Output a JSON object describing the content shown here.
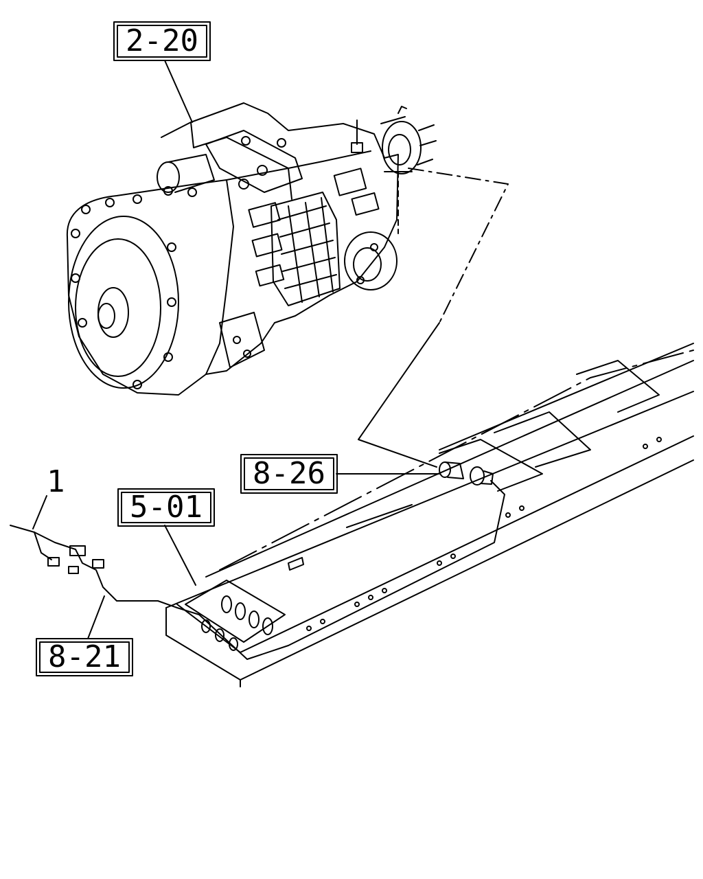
{
  "callouts": {
    "transmission_ref": "2-20",
    "rear_sensor_ref": "8-26",
    "frame_ref": "5-01",
    "harness_ref": "8-21",
    "item_number": "1"
  },
  "colors": {
    "line": "#000000",
    "background": "#ffffff"
  }
}
